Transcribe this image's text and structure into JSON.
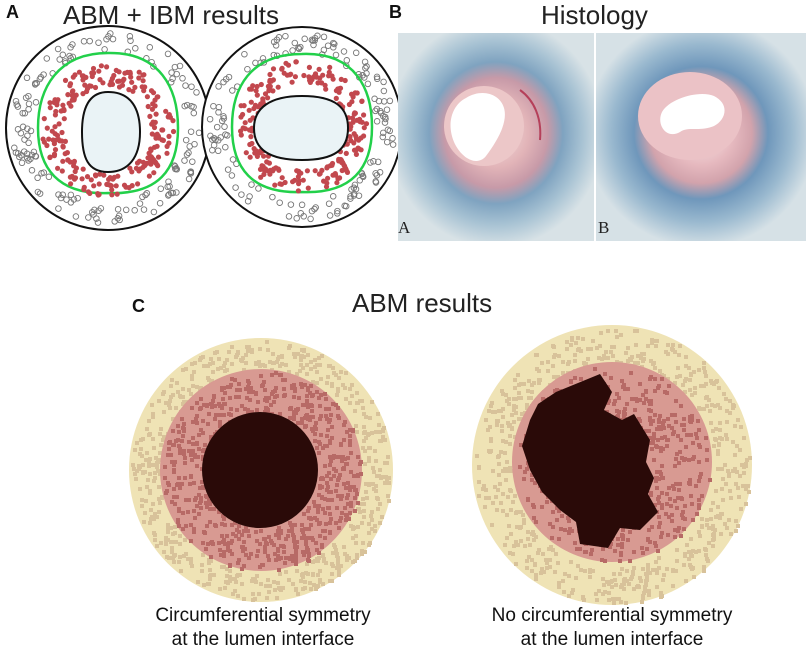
{
  "panel_a": {
    "letter": "A",
    "title": "ABM + IBM results"
  },
  "panel_b": {
    "letter": "B",
    "title": "Histology",
    "sub_a": "A",
    "sub_b": "B"
  },
  "panel_c": {
    "letter": "C",
    "title": "ABM results",
    "left_caption_line1": "Circumferential symmetry",
    "left_caption_line2": "at the lumen interface",
    "right_caption_line1": "No circumferential symmetry",
    "right_caption_line2": "at the lumen interface"
  },
  "colors": {
    "adventitia": "#efe3b5",
    "adventitia_dots": "#d8c29a",
    "media": "#d89a92",
    "media_dots": "#b76a66",
    "lumen_dark": "#2a0a08",
    "green_line": "#22d04a",
    "red_cell": "#c2484e",
    "open_cell": "#777777"
  }
}
